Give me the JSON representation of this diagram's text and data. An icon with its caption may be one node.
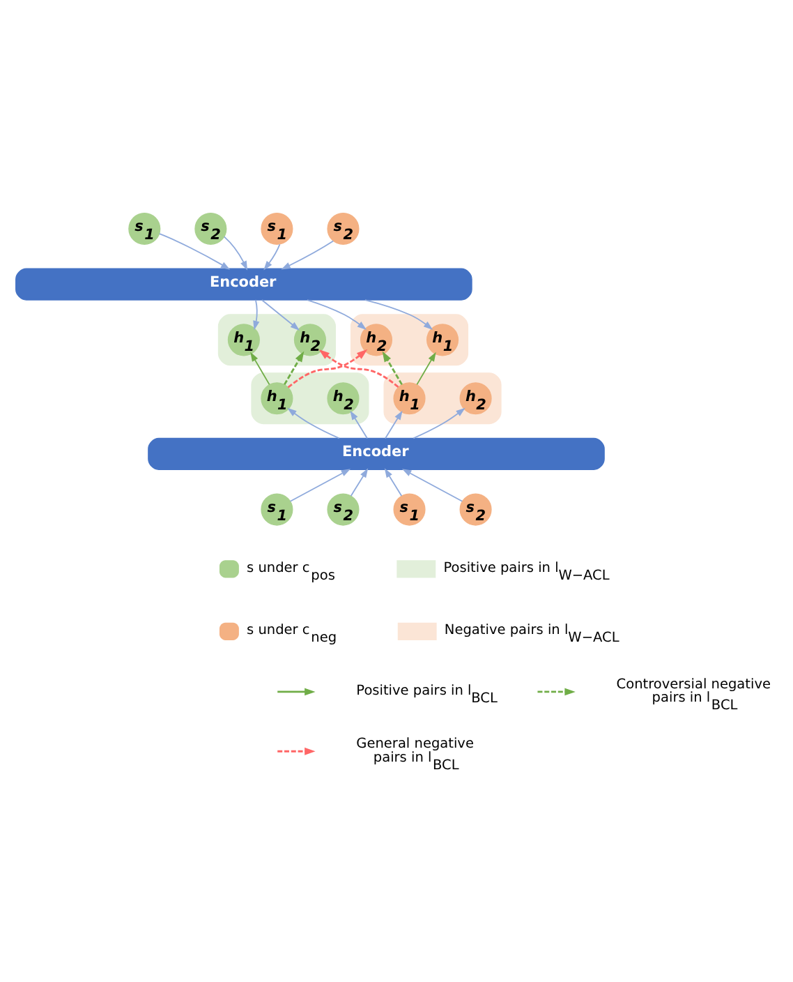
{
  "diagram": {
    "nodes": [
      {
        "text": [
          "s$_{1}$"
        ]
      },
      {
        "text": [
          "s$_{2}$"
        ]
      },
      {
        "text": [
          "s$_{1}$"
        ]
      },
      {
        "text": [
          "s$_{2}$"
        ]
      },
      {
        "text": [
          "Encoder"
        ]
      },
      {
        "text": [],
        "shape": "box"
      },
      {
        "text": [
          "h$_{1}$"
        ],
        "in": 5
      },
      {
        "text": [
          "h$_{2}$"
        ],
        "in": 5
      },
      {
        "text": [],
        "shape": "box"
      },
      {
        "text": [
          "h$_{1}$"
        ],
        "in": 8
      },
      {
        "text": [
          "h$_{2}$"
        ],
        "in": 8
      },
      {
        "text": [],
        "shape": "box"
      },
      {
        "text": [
          "h$_{1}$"
        ],
        "in": 11
      },
      {
        "text": [
          "h$_{2}$"
        ],
        "in": 11
      },
      {
        "text": [],
        "shape": "box"
      },
      {
        "text": [
          "h$_{1}$"
        ],
        "in": 14
      },
      {
        "text": [
          "h$_{2}$"
        ],
        "in": 14
      },
      {
        "text": [
          "Encoder"
        ]
      },
      {
        "text": [
          "s$_{1}$"
        ]
      },
      {
        "text": [
          "s$_{2}$"
        ]
      },
      {
        "text": [
          "s$_{1}$"
        ]
      },
      {
        "text": [
          "s$_{2}$"
        ]
      }
    ],
    "edges": [
      {
        "from": 0,
        "to": 4,
        "arrow": "to"
      },
      {
        "from": 1,
        "to": 4,
        "arrow": "to"
      },
      {
        "from": 2,
        "to": 4,
        "arrow": "to"
      },
      {
        "from": 3,
        "to": 4,
        "arrow": "to"
      },
      {
        "from": 4,
        "to": 6,
        "arrow": "to"
      },
      {
        "from": 4,
        "to": 7,
        "arrow": "to"
      },
      {
        "from": 4,
        "to": 9,
        "arrow": "to"
      },
      {
        "from": 4,
        "to": 10,
        "arrow": "to"
      },
      {
        "from": 12,
        "to": 6,
        "arrow": "to",
        "color": "#70ad47"
      },
      {
        "from": 12,
        "to": 7,
        "arrow": "to",
        "style": "dashed",
        "color": "#70ad47"
      },
      {
        "from": 12,
        "to": 10,
        "arrow": "to",
        "style": "dashed",
        "color": "#ff6666"
      },
      {
        "from": 15,
        "to": 9,
        "arrow": "to",
        "color": "#70ad47"
      },
      {
        "from": 15,
        "to": 10,
        "arrow": "to",
        "style": "dashed",
        "color": "#70ad47"
      },
      {
        "from": 15,
        "to": 7,
        "arrow": "to",
        "style": "dashed",
        "color": "#ff6666"
      },
      {
        "from": 17,
        "to": 12,
        "arrow": "to"
      },
      {
        "from": 17,
        "to": 13,
        "arrow": "to"
      },
      {
        "from": 17,
        "to": 15,
        "arrow": "to"
      },
      {
        "from": 17,
        "to": 16,
        "arrow": "to"
      },
      {
        "from": 18,
        "to": 17,
        "arrow": "to"
      },
      {
        "from": 19,
        "to": 17,
        "arrow": "to"
      },
      {
        "from": 20,
        "to": 17,
        "arrow": "to"
      },
      {
        "from": 21,
        "to": 17,
        "arrow": "to"
      }
    ],
    "legend": [
      {
        "text": "s under c$_{pos}$",
        "color": "#a9d18e"
      },
      {
        "text": "Positive pairs in l$_{W−ACL}$",
        "color": "#e2efda"
      },
      {
        "text": "s under c$_{neg}$",
        "color": "#f4b183"
      },
      {
        "text": "Negative pairs in l$_{W−ACL}$",
        "color": "#fbe5d6"
      },
      {
        "text": "Positive pairs in l$_{BCL}$"
      },
      {
        "text": "Controversial negative pairs in l$_{BCL}$"
      },
      {
        "text": "General negative pairs in l$_{BCL}$"
      }
    ]
  }
}
